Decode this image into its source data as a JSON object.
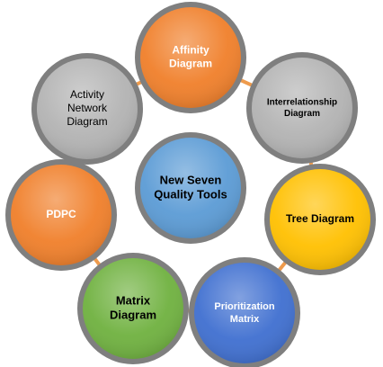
{
  "center": {
    "lines": [
      "New Seven",
      "Quality Tools"
    ]
  },
  "nodes": [
    {
      "id": "affinity",
      "lines": [
        "Affinity",
        "Diagram"
      ],
      "color": "#f07f2a",
      "text_color": "#ffffff",
      "bold": true
    },
    {
      "id": "interrelationship",
      "lines": [
        "Interrelationship",
        "Diagram"
      ],
      "color": "#b3b3b3",
      "text_color": "#000000",
      "bold": true
    },
    {
      "id": "tree",
      "lines": [
        "Tree Diagram"
      ],
      "color": "#ffc000",
      "text_color": "#000000",
      "bold": true
    },
    {
      "id": "prioritization",
      "lines": [
        "Prioritization",
        "Matrix"
      ],
      "color": "#3f6fd0",
      "text_color": "#ffffff",
      "bold": true
    },
    {
      "id": "matrix",
      "lines": [
        "Matrix",
        "Diagram"
      ],
      "color": "#6fb13f",
      "text_color": "#000000",
      "bold": true
    },
    {
      "id": "pdpc",
      "lines": [
        "PDPC"
      ],
      "color": "#f07f2a",
      "text_color": "#ffffff",
      "bold": true
    },
    {
      "id": "activity",
      "lines": [
        "Activity",
        "Network",
        "Diagram"
      ],
      "color": "#b3b3b3",
      "text_color": "#000000",
      "bold": false
    }
  ],
  "colors": {
    "center_fill": "#5b9bd5",
    "ring_connector": "#ee9b4d",
    "rim": "#7f7f7f"
  }
}
